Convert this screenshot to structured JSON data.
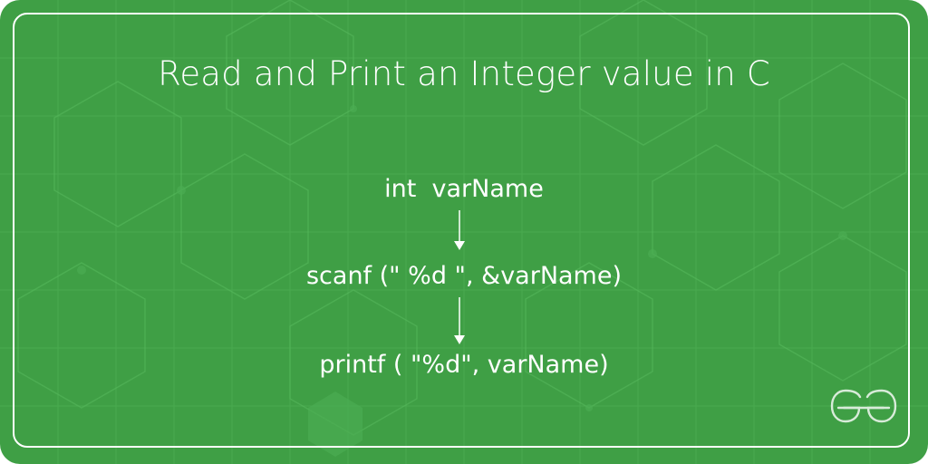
{
  "title": "Read and Print an Integer value in C",
  "steps": [
    {
      "code": "int  varName"
    },
    {
      "code": "scanf (\" %d \", &varName)"
    },
    {
      "code": "printf ( \"%d\", varName)"
    }
  ],
  "logo": {
    "icon": "geeksforgeeks-logo-icon"
  },
  "colors": {
    "background": "#3f9f45",
    "pattern": "#4aac50",
    "foreground": "#ffffff"
  }
}
